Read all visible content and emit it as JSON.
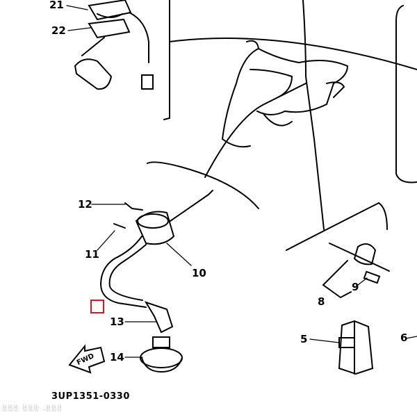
{
  "diagram": {
    "part_code": "3UP1351-0330",
    "fwd_label": "FWD",
    "callouts": [
      "21",
      "22",
      "12",
      "11",
      "10",
      "13",
      "14",
      "8",
      "9",
      "5",
      "6"
    ],
    "footer_noise": "░░░ ░░░ .░░░",
    "highlight_color": "#e0141e"
  }
}
